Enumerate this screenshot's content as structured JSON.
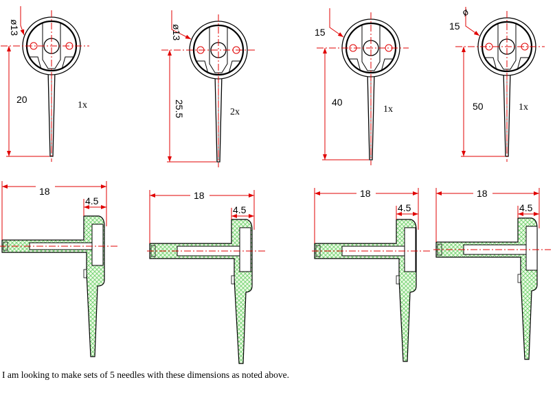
{
  "front_views": [
    {
      "diameter_label": "ø13",
      "length_label": "20",
      "qty_label": "1x"
    },
    {
      "diameter_label": "ø13",
      "length_label": "25.5",
      "qty_label": "2x"
    },
    {
      "diameter_label": "15",
      "length_label": "40",
      "qty_label": "1x"
    },
    {
      "diameter_label": "15",
      "diameter_symbol": "ø",
      "length_label": "50",
      "qty_label": "1x"
    }
  ],
  "side_views": [
    {
      "overall_label": "18",
      "head_label": "4.5"
    },
    {
      "overall_label": "18",
      "head_label": "4.5"
    },
    {
      "overall_label": "18",
      "head_label": "4.5"
    },
    {
      "overall_label": "18",
      "head_label": "4.5"
    }
  ],
  "caption": "I am looking to make sets of  5 needles with these dimensions as noted above.",
  "colors": {
    "dimension": "#e00000",
    "outline": "#000000",
    "hatch": "#7ad67a",
    "fill": "#e8f8e0"
  }
}
